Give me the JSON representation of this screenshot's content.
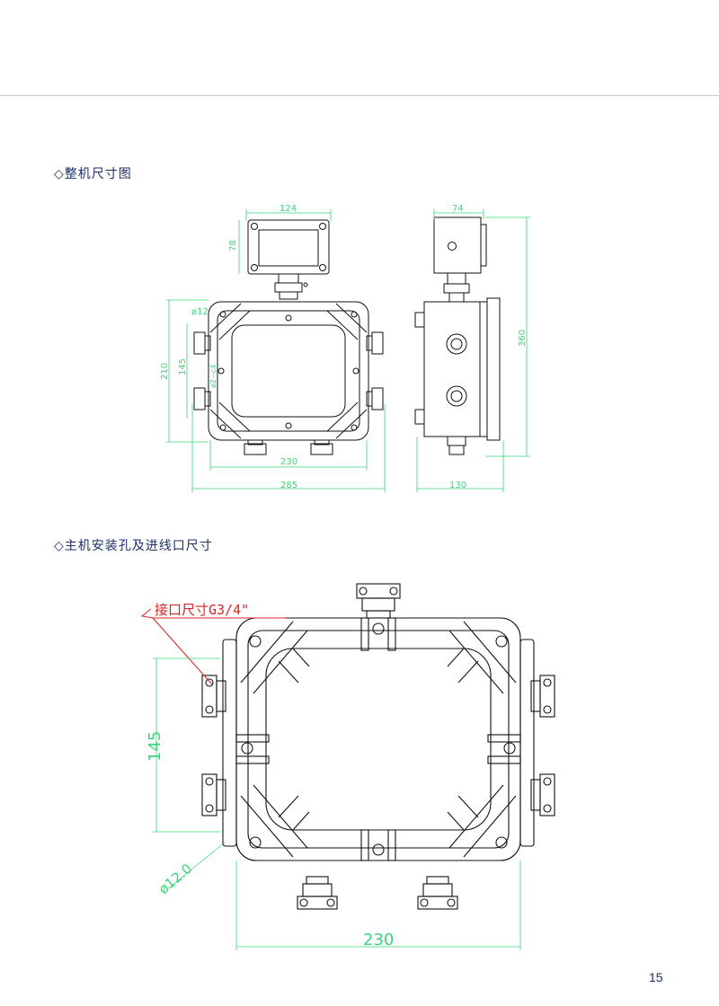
{
  "sections": {
    "overall_title": "◇整机尺寸图",
    "mounting_title": "◇主机安装孔及进线口尺寸"
  },
  "top_view": {
    "dims": {
      "top_width": "124",
      "top_height": "78",
      "diameter": "ø12",
      "outer_height": "210",
      "inner_height": "145",
      "small_label": "ø2~c4",
      "inner_width": "230",
      "outer_width": "285"
    }
  },
  "side_view": {
    "dims": {
      "top_width": "74",
      "total_height": "360",
      "bottom_width": "130"
    }
  },
  "detail_view": {
    "annotation": "接口尺寸G3/4\"",
    "dims": {
      "height": "145",
      "diameter": "ø12.0",
      "width": "230"
    }
  },
  "page_number": "15",
  "colors": {
    "dimension": "#39d67a",
    "annotation": "#e02020",
    "heading": "#1a2f6b"
  }
}
